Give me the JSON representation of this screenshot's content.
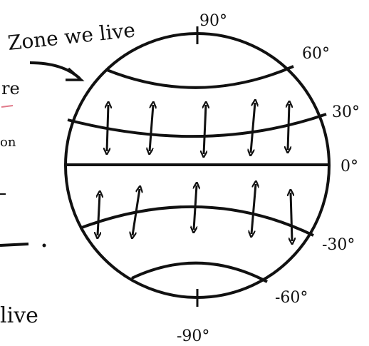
{
  "annotation": {
    "text": "Zone we live"
  },
  "latitude_labels": [
    "90°",
    "60°",
    "30°",
    "0°",
    "-30°",
    "-60°",
    "-90°"
  ],
  "margin_fragments": {
    "re": "re",
    "on": "on",
    "live": "live"
  },
  "colors": {
    "ink": "#111111",
    "margin_pink": "#e07a8a"
  }
}
